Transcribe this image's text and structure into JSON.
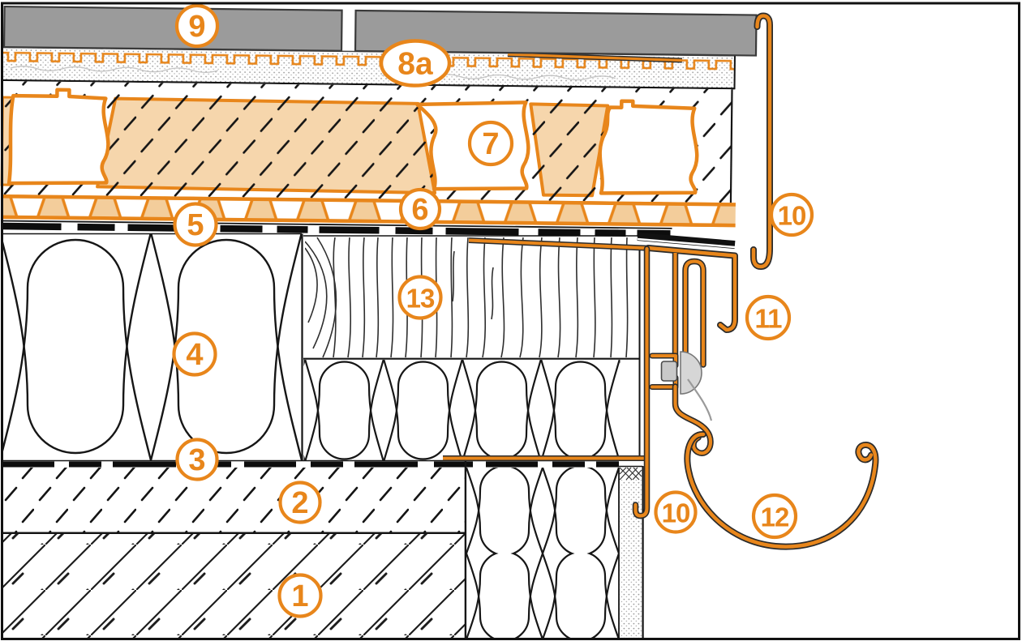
{
  "diagram": {
    "kind": "construction-section-detail",
    "accent_orange": "#E8861B",
    "light_orange_fill": "#F6D6AC",
    "band_orange_fill": "#F3CD9B",
    "roof_covering_gray": "#9B9B9B",
    "line_black": "#151515",
    "callouts": [
      {
        "id": "c1",
        "label": "1"
      },
      {
        "id": "c2",
        "label": "2"
      },
      {
        "id": "c3",
        "label": "3"
      },
      {
        "id": "c4",
        "label": "4"
      },
      {
        "id": "c5",
        "label": "5"
      },
      {
        "id": "c6",
        "label": "6"
      },
      {
        "id": "c7",
        "label": "7"
      },
      {
        "id": "c8a",
        "label": "8a"
      },
      {
        "id": "c9",
        "label": "9"
      },
      {
        "id": "c10-top",
        "label": "10"
      },
      {
        "id": "c10-bottom",
        "label": "10"
      },
      {
        "id": "c11",
        "label": "11"
      },
      {
        "id": "c12",
        "label": "12"
      },
      {
        "id": "c13",
        "label": "13"
      }
    ]
  }
}
